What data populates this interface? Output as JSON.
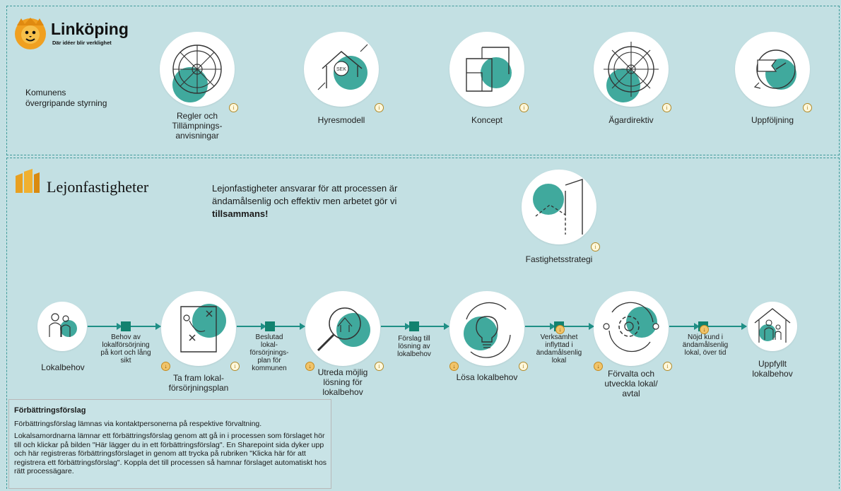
{
  "top": {
    "brand_name": "Linköping",
    "brand_tagline": "Där idéer blir verklighet",
    "section_label": "Komunens övergripande styrning",
    "items": [
      {
        "label": "Regler och Tillämpnings-anvisningar"
      },
      {
        "label": "Hyresmodell"
      },
      {
        "label": "Koncept"
      },
      {
        "label": "Ägardirektiv"
      },
      {
        "label": "Uppföljning"
      }
    ]
  },
  "lejon": {
    "brand_name": "Lejonfastigheter",
    "statement_prefix": "Lejonfastigheter ansvarar för att processen är ändamålsenlig och effektiv men arbetet gör vi",
    "statement_bold": "tillsammans!",
    "strategy_label": "Fastighetsstrategi"
  },
  "process": {
    "steps": [
      {
        "label": "Lokalbehov"
      },
      {
        "label": "Ta fram lokal-försörjningsplan"
      },
      {
        "label": "Utreda möjlig lösning för lokalbehov"
      },
      {
        "label": "Lösa lokalbehov"
      },
      {
        "label": "Förvalta och utveckla lokal/ avtal"
      },
      {
        "label": "Uppfyllt lokalbehov"
      }
    ],
    "connectors": [
      {
        "label": "Behov av lokalförsörjning på kort och lång sikt"
      },
      {
        "label": "Beslutad lokal-försörjnings-plan för kommunen"
      },
      {
        "label": "Förslag till lösning av lokalbehov"
      },
      {
        "label": "Verksamhet inflyttad i ändamålsenlig lokal"
      },
      {
        "label": "Nöjd kund i ändamålsenlig lokal, över tid"
      }
    ]
  },
  "suggestions": {
    "title": "Förbättringsförslag",
    "p1": "Förbättringsförslag lämnas via kontaktpersonerna på respektive förvaltning.",
    "p2": "Lokalsamordnarna lämnar ett förbättringsförslag genom att gå in i processen som förslaget hör till och klickar på bilden \"Här lägger du in ett förbättringsförslag\". En Sharepoint sida dyker upp och här registreras förbättringsförslaget in genom att trycka på rubriken \"Klicka här för att registrera ett förbättringsförslag\". Koppla det till processen så hamnar förslaget automatiskt hos rätt processägare."
  },
  "icons": {
    "info": "info-icon",
    "improve": "improvement-suggestion-icon"
  },
  "colors": {
    "background": "#c3e0e3",
    "accent": "#1f8f86",
    "accent_dark": "#12826f",
    "frame": "#3f9a9a"
  }
}
